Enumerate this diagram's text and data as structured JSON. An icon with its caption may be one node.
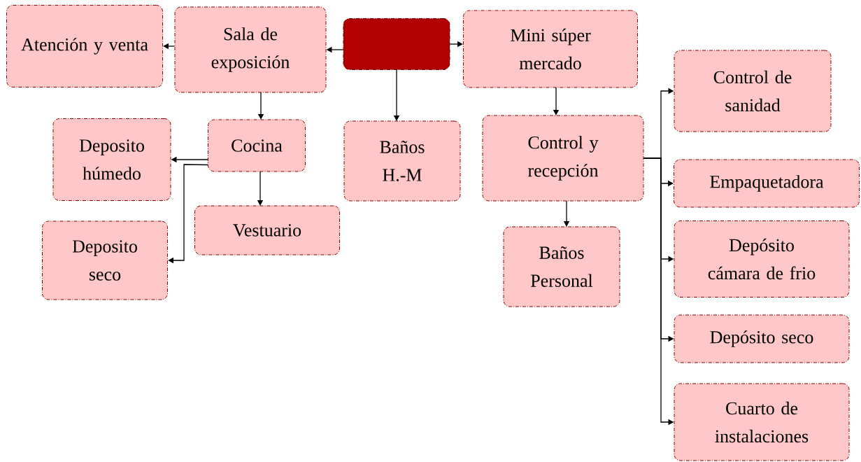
{
  "diagram": {
    "nodes": [
      {
        "text": [
          "Atención y venta"
        ]
      },
      {
        "text": [
          "Sala de exposición"
        ]
      },
      {
        "text": [],
        "shape": "box"
      },
      {
        "text": [
          "Mini súper mercado"
        ]
      },
      {
        "text": [
          "Cocina"
        ]
      },
      {
        "text": [
          "Baños H.-M"
        ]
      },
      {
        "text": [
          "Deposito húmedo"
        ]
      },
      {
        "text": [
          "Control y recepción"
        ]
      },
      {
        "text": [
          "Control de sanidad"
        ]
      },
      {
        "text": [
          "Vestuario"
        ]
      },
      {
        "text": [
          "Deposito seco"
        ]
      },
      {
        "text": [
          "Empaquetadora"
        ]
      },
      {
        "text": [
          "Baños Personal"
        ]
      },
      {
        "text": [
          "Depósito cámara de frio"
        ]
      },
      {
        "text": [
          "Depósito seco"
        ]
      },
      {
        "text": [
          "Cuarto de instalaciones"
        ]
      }
    ],
    "edges": [
      {
        "from": 2,
        "to": 1,
        "arrow": "to"
      },
      {
        "from": 1,
        "to": 0,
        "arrow": "to"
      },
      {
        "from": 2,
        "to": 3,
        "arrow": "to"
      },
      {
        "from": 2,
        "to": 5,
        "arrow": "to"
      },
      {
        "from": 1,
        "to": 4,
        "arrow": "to"
      },
      {
        "from": 4,
        "to": 6,
        "arrow": "to"
      },
      {
        "from": 4,
        "to": 10,
        "arrow": "to"
      },
      {
        "from": 4,
        "to": 9,
        "arrow": "to"
      },
      {
        "from": 3,
        "to": 7,
        "arrow": "to"
      },
      {
        "from": 7,
        "to": 12,
        "arrow": "to"
      },
      {
        "from": 7,
        "to": 8,
        "arrow": "to"
      },
      {
        "from": 7,
        "to": 11,
        "arrow": "to"
      },
      {
        "from": 7,
        "to": 13,
        "arrow": "to"
      },
      {
        "from": 7,
        "to": 14,
        "arrow": "to"
      },
      {
        "from": 7,
        "to": 15,
        "arrow": "to"
      }
    ]
  }
}
